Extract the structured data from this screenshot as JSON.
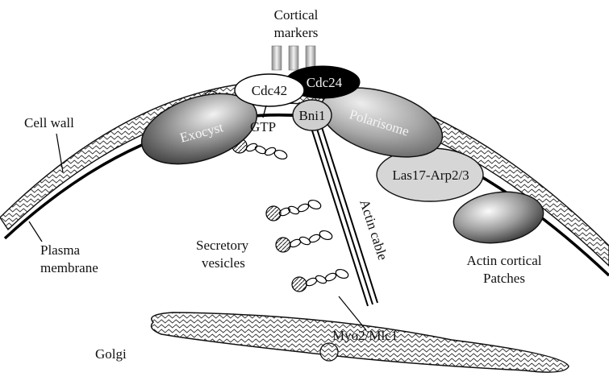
{
  "labels": {
    "cortical_markers_line1": "Cortical",
    "cortical_markers_line2": "markers",
    "cdc42": "Cdc42",
    "cdc24": "Cdc24",
    "cell_wall": "Cell wall",
    "exocyst": "Exocyst",
    "gtp": "GTP",
    "bni1": "Bni1",
    "polarisome": "Polarisome",
    "las17": "Las17-Arp2/3",
    "actin_cable": "Actin cable",
    "plasma_membrane_line1": "Plasma",
    "plasma_membrane_line2": "membrane",
    "secretory_vesicles_line1": "Secretory",
    "secretory_vesicles_line2": "vesicles",
    "actin_cortical_patches_line1": "Actin cortical",
    "actin_cortical_patches_line2": "Patches",
    "myo2_mlc1": "Myo2/Mlc1",
    "golgi": "Golgi"
  }
}
